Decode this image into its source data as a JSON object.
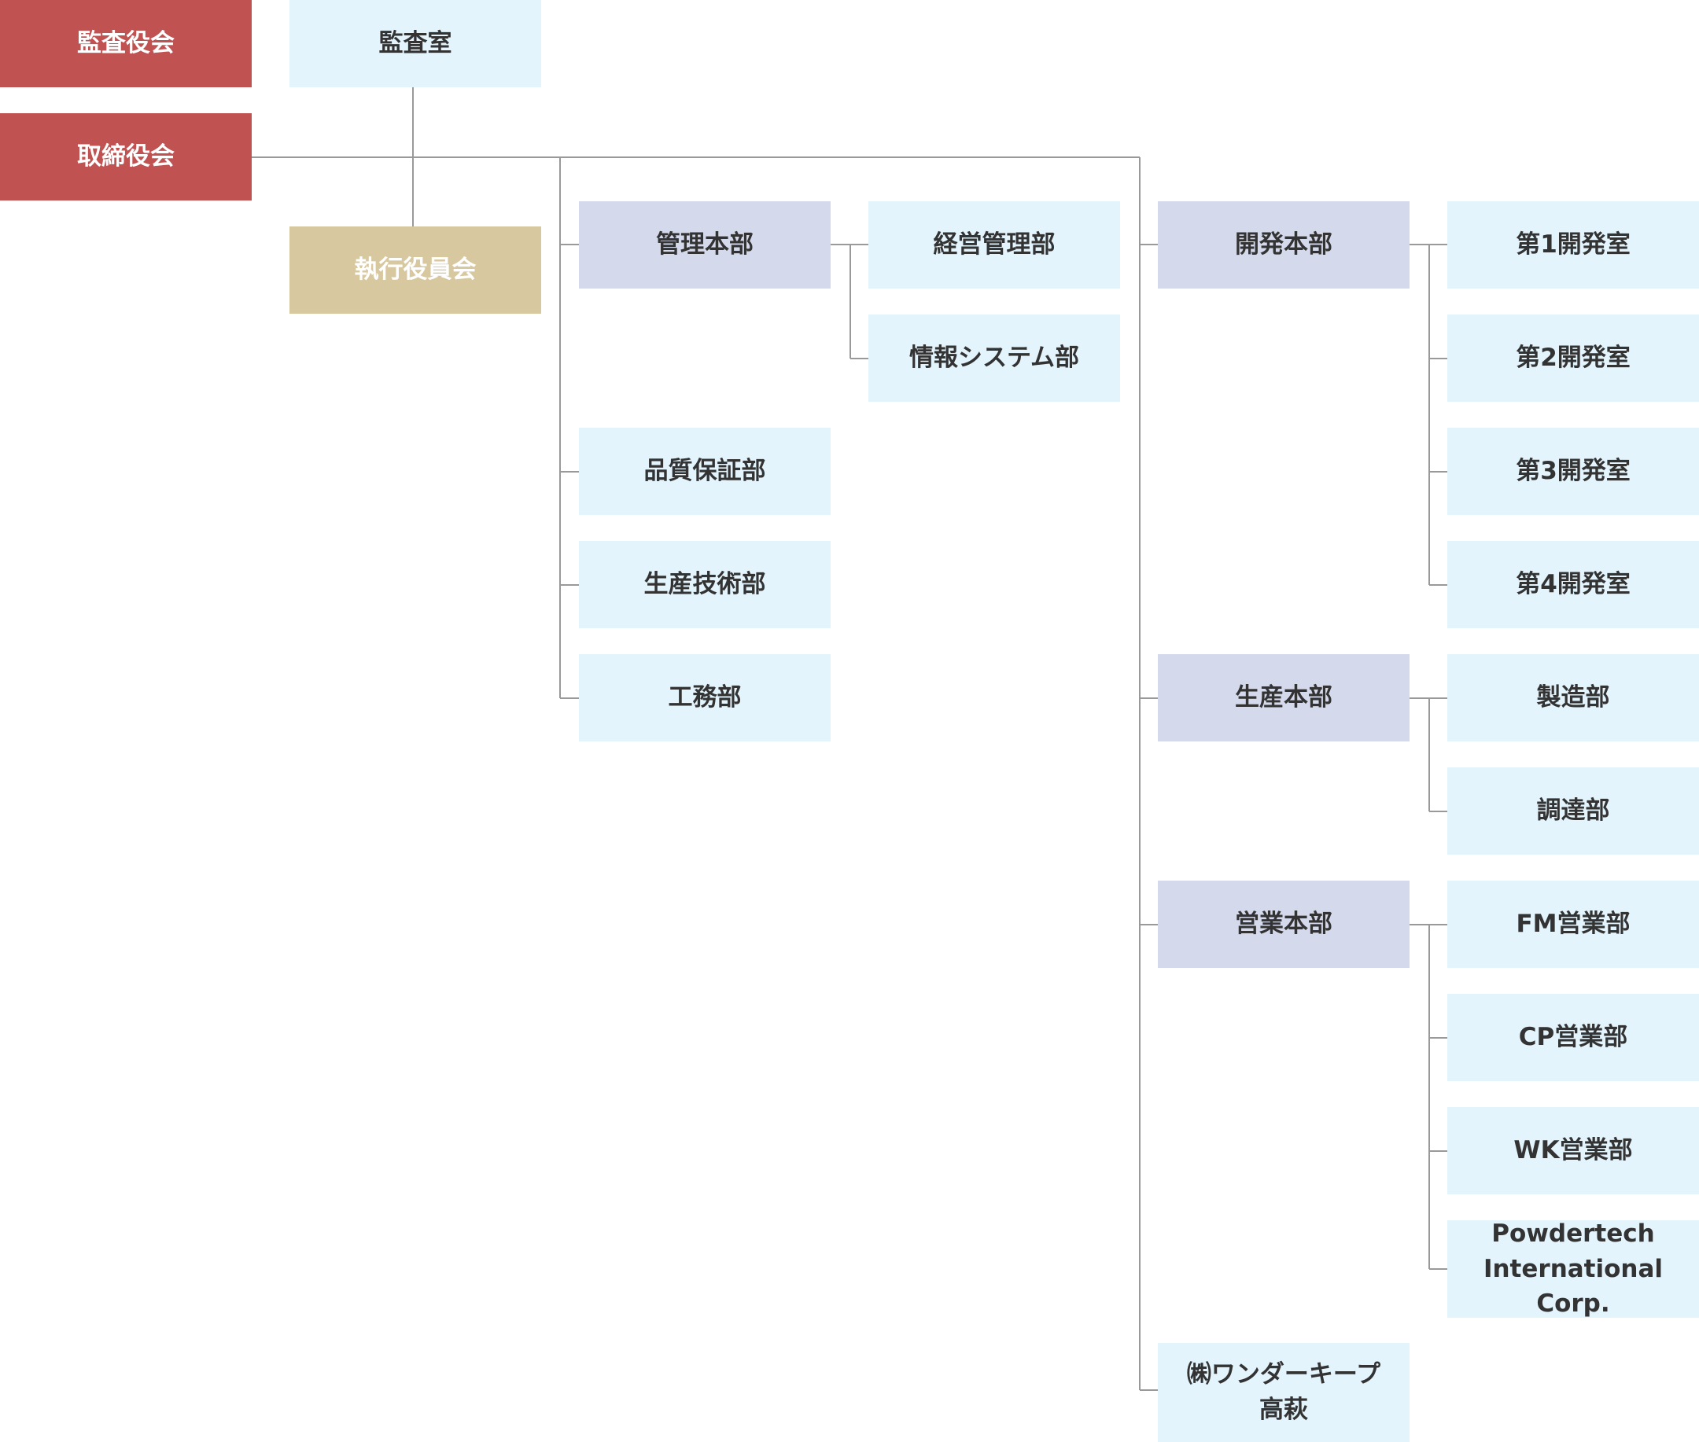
{
  "colors": {
    "board": "#c05252",
    "executive": "#d8c8a0",
    "headquarters": "#d4d9eb",
    "department": "#e3f4fd",
    "line": "#999999"
  },
  "nodes": {
    "audit_board": "監査役会",
    "audit_office": "監査室",
    "board_of_directors": "取締役会",
    "executive_committee": "執行役員会",
    "admin_hq": "管理本部",
    "management_admin": "経営管理部",
    "info_systems": "情報システム部",
    "quality_assurance": "品質保証部",
    "production_engineering": "生産技術部",
    "facilities": "工務部",
    "development_hq": "開発本部",
    "dev_lab_1": "第1開発室",
    "dev_lab_2": "第2開発室",
    "dev_lab_3": "第3開発室",
    "dev_lab_4": "第4開発室",
    "production_hq": "生産本部",
    "manufacturing": "製造部",
    "procurement": "調達部",
    "sales_hq": "営業本部",
    "fm_sales": "FM営業部",
    "cp_sales": "CP営業部",
    "wk_sales": "WK営業部",
    "powdertech_line1": "Powdertech",
    "powdertech_line2": "International Corp.",
    "wonderkeep_line1": "㈱ワンダーキープ",
    "wonderkeep_line2": "高萩"
  }
}
